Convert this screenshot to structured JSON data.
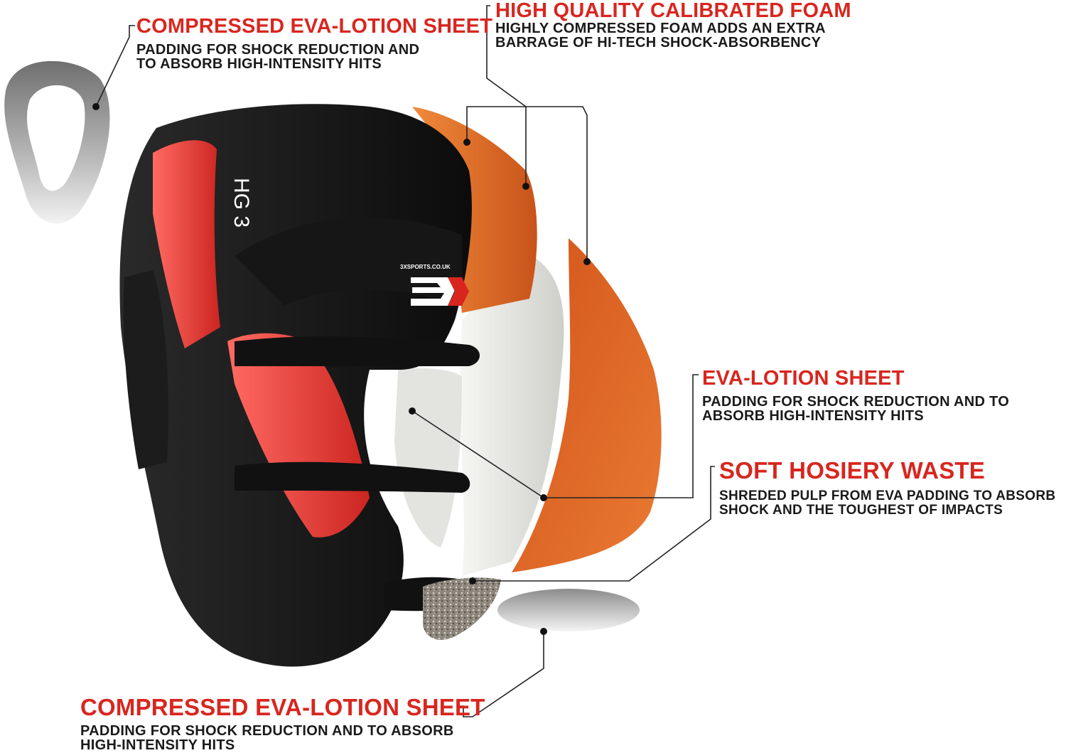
{
  "colors": {
    "accent_red": "#d8261f",
    "shell_black": "#151515",
    "panel_red": "#e63a36",
    "foam_orange": "#d9621d",
    "eva_white": "#eaeae6",
    "hosiery_grey": "#8a8378"
  },
  "product": {
    "model_label": "HG 3",
    "brand_url": "3XSPORTS.CO.UK"
  },
  "callouts": {
    "top_left": {
      "title": "COMPRESSED EVA-LOTION SHEET",
      "lines": [
        "PADDING FOR SHOCK REDUCTION AND",
        "TO ABSORB HIGH-INTENSITY HITS"
      ]
    },
    "top_right": {
      "title": "HIGH QUALITY CALIBRATED FOAM",
      "lines": [
        "HIGHLY COMPRESSED FOAM ADDS AN EXTRA",
        "BARRAGE OF HI-TECH SHOCK-ABSORBENCY"
      ]
    },
    "middle_right": {
      "title": "EVA-LOTION SHEET",
      "lines": [
        "PADDING FOR SHOCK REDUCTION AND TO",
        "ABSORB HIGH-INTENSITY HITS"
      ]
    },
    "lower_right": {
      "title": "SOFT HOSIERY WASTE",
      "lines": [
        "SHREDED PULP FROM EVA PADDING TO ABSORB",
        "SHOCK AND THE TOUGHEST OF IMPACTS"
      ]
    },
    "bottom_left": {
      "title": "COMPRESSED EVA-LOTION SHEET",
      "lines": [
        "PADDING FOR SHOCK REDUCTION AND TO ABSORB",
        "HIGH-INTENSITY HITS"
      ]
    }
  }
}
